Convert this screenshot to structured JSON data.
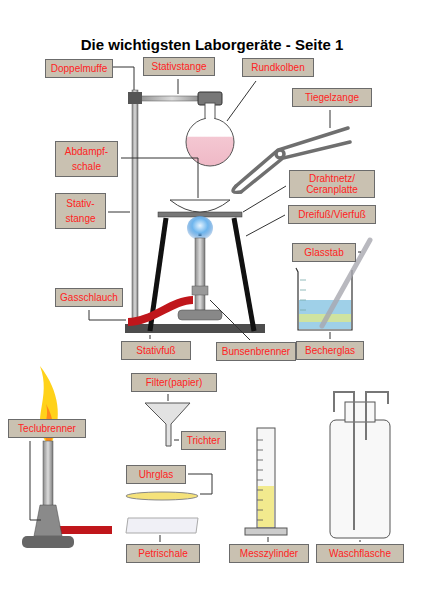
{
  "diagram": {
    "title": "Die wichtigsten Laborgeräte - Seite 1",
    "nodes": [
      {
        "text": [
          "Doppelmuffe"
        ]
      },
      {
        "text": [
          "Stativstange"
        ]
      },
      {
        "text": [
          "Rundkolben"
        ]
      },
      {
        "text": [
          "Tiegelzange"
        ]
      },
      {
        "text": [
          "Abdampf- schale"
        ]
      },
      {
        "text": [
          "Drahtnetz/ Ceranplatte"
        ]
      },
      {
        "text": [
          "Stativ- stange"
        ]
      },
      {
        "text": [
          "Dreifuß/Vierfuß"
        ]
      },
      {
        "text": [
          "Glasstab"
        ]
      },
      {
        "text": [
          "Gasschlauch"
        ]
      },
      {
        "text": [
          "Stativfuß"
        ]
      },
      {
        "text": [
          "Bunsenbrenner"
        ]
      },
      {
        "text": [
          "Becherglas"
        ]
      },
      {
        "text": [
          "Filter(papier)"
        ]
      },
      {
        "text": [
          "Teclubrenner"
        ]
      },
      {
        "text": [
          "Trichter"
        ]
      },
      {
        "text": [
          "Uhrglas"
        ]
      },
      {
        "text": [
          "Petrischale"
        ]
      },
      {
        "text": [
          "Messzylinder"
        ]
      },
      {
        "text": [
          "Waschflasche"
        ]
      }
    ]
  }
}
